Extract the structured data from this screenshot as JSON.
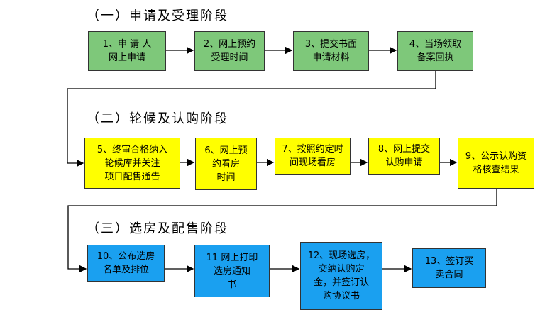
{
  "stages": [
    {
      "title": "（一）申请及受理阶段",
      "steps": [
        "1、申 请 人\n网上申请",
        "2、网上预约\n受理时间",
        "3、提交书面\n申请材料",
        "4、当场领取\n备案回执"
      ]
    },
    {
      "title": "（二）轮候及认购阶段",
      "steps": [
        "5、终审合格纳入\n轮候库并关注\n项目配售通告",
        "6、网上预\n约看房\n时间",
        "7、按照约定时\n间现场看房",
        "8、网上提交\n认购申请",
        "9、公示认购资\n格核查结果"
      ]
    },
    {
      "title": "（三）选房及配售阶段",
      "steps": [
        "10、公布选房\n名单及排位",
        "11 网上打印\n选房通知\n书",
        "12、现场选房，\n交纳认购定\n金，并签订认\n购协议书",
        "13、签订买\n卖合同"
      ]
    }
  ],
  "colors": {
    "stage1": "#7ec87a",
    "stage2": "#ffff00",
    "stage3": "#1aa0f0"
  }
}
